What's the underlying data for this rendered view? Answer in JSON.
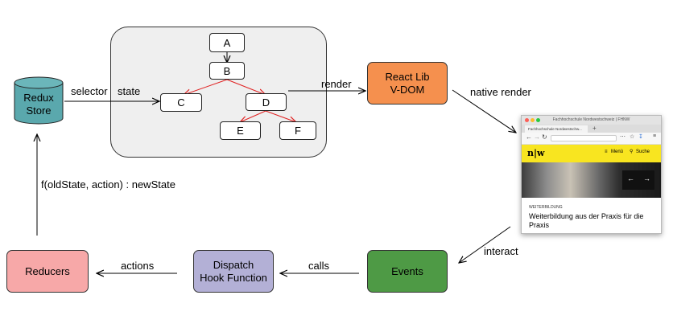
{
  "colors": {
    "redux_store": "#5aa8ad",
    "react_lib": "#f5904e",
    "events": "#4e9a45",
    "reducers": "#f7a8a8",
    "dispatch": "#b3b0d6",
    "component_panel": "#efefef",
    "tree_edge": "#e02020"
  },
  "redux_store": {
    "label_line1": "Redux",
    "label_line2": "Store"
  },
  "tree": {
    "a": "A",
    "b": "B",
    "c": "C",
    "d": "D",
    "e": "E",
    "f": "F"
  },
  "react_lib": {
    "label_line1": "React Lib",
    "label_line2": "V-DOM"
  },
  "events": {
    "label": "Events"
  },
  "dispatch": {
    "label_line1": "Dispatch",
    "label_line2": "Hook Function"
  },
  "reducers": {
    "label": "Reducers"
  },
  "edges": {
    "selector": "selector",
    "state": "state",
    "render": "render",
    "native_render": "native render",
    "interact": "interact",
    "calls": "calls",
    "actions": "actions",
    "reducer_fn": "f(oldState, action) : newState"
  },
  "browser": {
    "window_title": "Fachhochschule Nordwestschweiz | FHNW",
    "tab_title": "Fachhochschule Nordwestschw...",
    "logo": "n|w",
    "menu_label": "Menü",
    "search_label": "Suche",
    "category": "WEITERBILDUNG",
    "headline_line1": "Weiterbildung aus der Praxis für die",
    "headline_line2": "Praxis"
  }
}
